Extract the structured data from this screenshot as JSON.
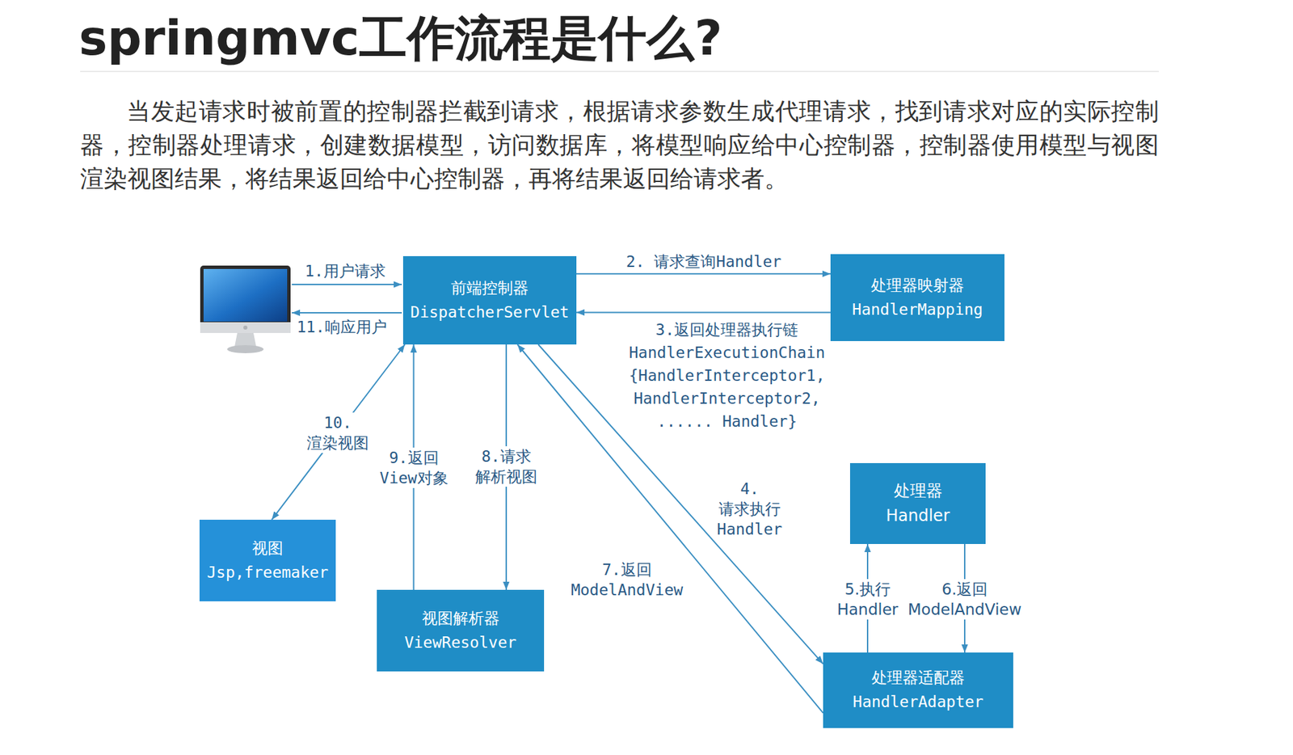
{
  "diagram": {
    "title": "springmvc工作流程是什么?",
    "nodes": [
      {
        "text": [
          "前端控制器",
          "DispatcherServlet"
        ]
      },
      {
        "text": [
          "处理器映射器",
          "HandlerMapping"
        ]
      },
      {
        "text": [
          "处理器",
          "Handler"
        ]
      },
      {
        "text": [
          "视图",
          "Jsp,freemaker"
        ]
      },
      {
        "text": [
          "视图解析器",
          "ViewResolver"
        ]
      },
      {
        "text": [
          "处理器适配器",
          "HandlerAdapter"
        ]
      }
    ],
    "edges": [
      {
        "from": 0,
        "to": 1,
        "label": "2. 请求查询Handler",
        "arrow": "to"
      },
      {
        "from": 1,
        "to": 0,
        "label": "3.返回处理器执行链 HandlerExecutionChain {HandlerInterceptor1, HandlerInterceptor2, ...... Handler}",
        "arrow": "to"
      },
      {
        "from": 0,
        "to": 5,
        "label": "4.请求执行 Handler",
        "arrow": "to"
      },
      {
        "from": 5,
        "to": 2,
        "label": "5.执行 Handler",
        "arrow": "to"
      },
      {
        "from": 2,
        "to": 5,
        "label": "6.返回 ModelAndView",
        "arrow": "to"
      },
      {
        "from": 5,
        "to": 0,
        "label": "7.返回 ModelAndView",
        "arrow": "to"
      },
      {
        "from": 0,
        "to": 4,
        "label": "8.请求 解析视图",
        "arrow": "to"
      },
      {
        "from": 4,
        "to": 0,
        "label": "9.返回 View对象",
        "arrow": "to"
      },
      {
        "from": 0,
        "to": 3,
        "label": "10. 渲染视图",
        "arrow": "both"
      }
    ],
    "labels": [
      "当发起请求时被前置的控制器拦截到请求，根据请求参数生成代理请求，找到请求对应的实际控制器，控制器处理请求，创建数据模型，访问数据库，将模型响应给中心控制器，控制器使用模型与视图渲染视图结果，将结果返回给中心控制器，再将结果返回给请求者。",
      "1.用户请求",
      "11.响应用户"
    ]
  }
}
